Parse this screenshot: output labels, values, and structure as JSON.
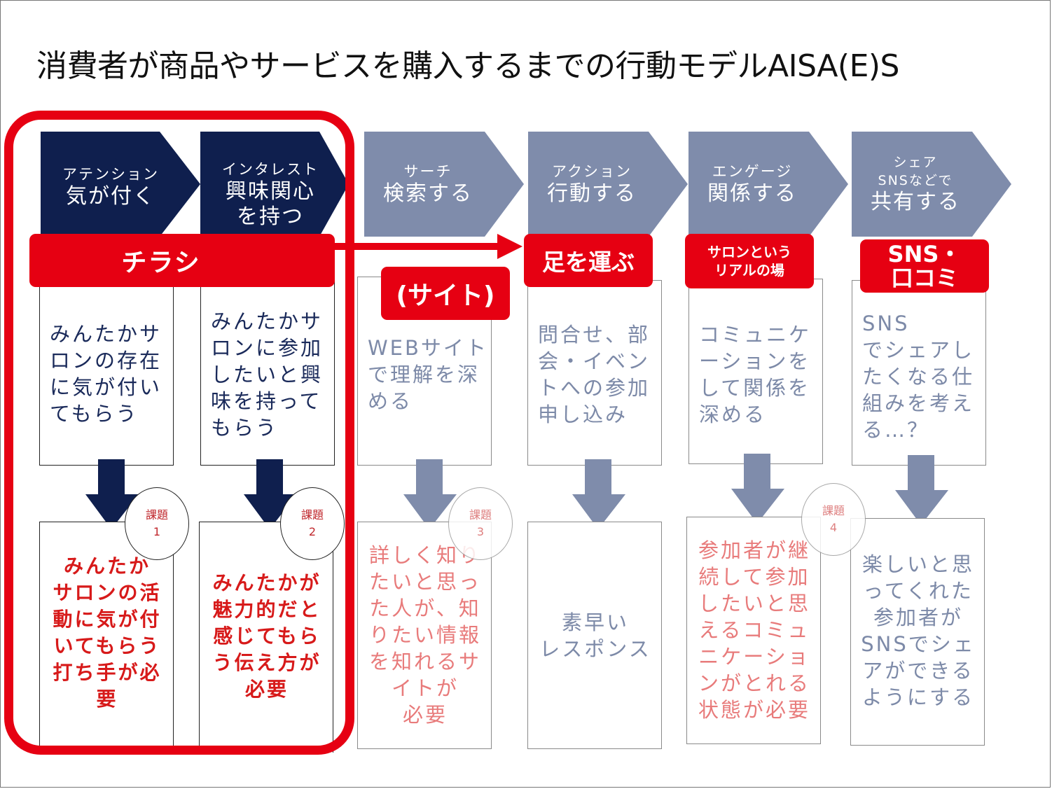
{
  "title": "消費者が商品やサービスを購入するまでの行動モデルAISA(E)S",
  "colors": {
    "dark_navy": "#0f1f4e",
    "grey_blue": "#7f8cab",
    "red": "#e60012"
  },
  "stages": [
    {
      "sub": "アテンション",
      "main": "気が付く"
    },
    {
      "sub": "インタレスト",
      "main": "興味関心\nを持つ"
    },
    {
      "sub": "サーチ",
      "main": "検索する"
    },
    {
      "sub": "アクション",
      "main": "行動する"
    },
    {
      "sub": "エンゲージ",
      "main": "関係する"
    },
    {
      "sub": "シェア\nSNSなどで",
      "main": "共有する"
    }
  ],
  "tags": {
    "chirashi": "チラシ",
    "site": "(サイト)",
    "ashi": "足を運ぶ",
    "salon": "サロンという\nリアルの場",
    "sns": "SNS・\n口コミ"
  },
  "descriptions": [
    "みんたかサ\nロンの存在\nに気が付い\nてもらう",
    "みんたかサ\nロンに参加\nしたいと興\n味を持って\nもらう",
    "WEBサイト\nで理解を深\nめる",
    "問合せ、部\n会・イベン\nトへの参加\n申し込み",
    "コミュニケ\nーションを\nして関係を\n深める",
    "SNS\nでシェアし\nたくなる仕\n組みを考え\nる…？"
  ],
  "challenges": [
    {
      "label": "課題",
      "num": "1"
    },
    {
      "label": "課題",
      "num": "2"
    },
    {
      "label": "課題",
      "num": "3"
    },
    {
      "label": "課題",
      "num": "4"
    }
  ],
  "outcomes": [
    "みんたか\nサロンの活\n動に気が付\nいてもらう\n打ち手が必\n要",
    "みんたかが\n魅力的だと\n感じてもら\nう伝え方が\n必要",
    "詳しく知り\nたいと思っ\nた人が、知\nりたい情報\nを知れるサ\nイトが\n必要",
    "素早い\nレスポンス",
    "参加者が継\n続して参加\nしたいと思\nえるコミュ\nニケーショ\nンがとれる\n状態が必要",
    "楽しいと思\nってくれた\n参加者が\nSNSでシェ\nアができる\nようにする"
  ]
}
